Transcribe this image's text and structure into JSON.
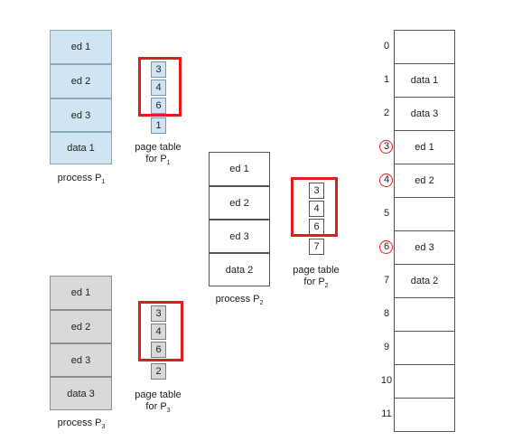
{
  "process1": {
    "pages": [
      "ed 1",
      "ed 2",
      "ed 3",
      "data 1"
    ],
    "label": "process P",
    "sub": "1",
    "page_table": [
      "3",
      "4",
      "6",
      "1"
    ],
    "pt_label_line1": "page table",
    "pt_label_line2": "for P",
    "pt_sub": "1"
  },
  "process2": {
    "pages": [
      "ed 1",
      "ed 2",
      "ed 3",
      "data 2"
    ],
    "label": "process P",
    "sub": "2",
    "page_table": [
      "3",
      "4",
      "6",
      "7"
    ],
    "pt_label_line1": "page table",
    "pt_label_line2": "for P",
    "pt_sub": "2"
  },
  "process3": {
    "pages": [
      "ed 1",
      "ed 2",
      "ed 3",
      "data 3"
    ],
    "label": "process P",
    "sub": "3",
    "page_table": [
      "3",
      "4",
      "6",
      "2"
    ],
    "pt_label_line1": "page table",
    "pt_label_line2": "for P",
    "pt_sub": "3"
  },
  "memory": {
    "frames": [
      {
        "num": "0",
        "content": "",
        "circled": false
      },
      {
        "num": "1",
        "content": "data 1",
        "circled": false
      },
      {
        "num": "2",
        "content": "data 3",
        "circled": false
      },
      {
        "num": "3",
        "content": "ed 1",
        "circled": true
      },
      {
        "num": "4",
        "content": "ed 2",
        "circled": true
      },
      {
        "num": "5",
        "content": "",
        "circled": false
      },
      {
        "num": "6",
        "content": "ed 3",
        "circled": true
      },
      {
        "num": "7",
        "content": "data 2",
        "circled": false
      },
      {
        "num": "8",
        "content": "",
        "circled": false
      },
      {
        "num": "9",
        "content": "",
        "circled": false
      },
      {
        "num": "10",
        "content": "",
        "circled": false
      },
      {
        "num": "11",
        "content": "",
        "circled": false
      }
    ]
  },
  "colors": {
    "p1_fill": "#cfe5f3",
    "p3_fill": "#d9d9db",
    "highlight": "#e01e1e"
  }
}
